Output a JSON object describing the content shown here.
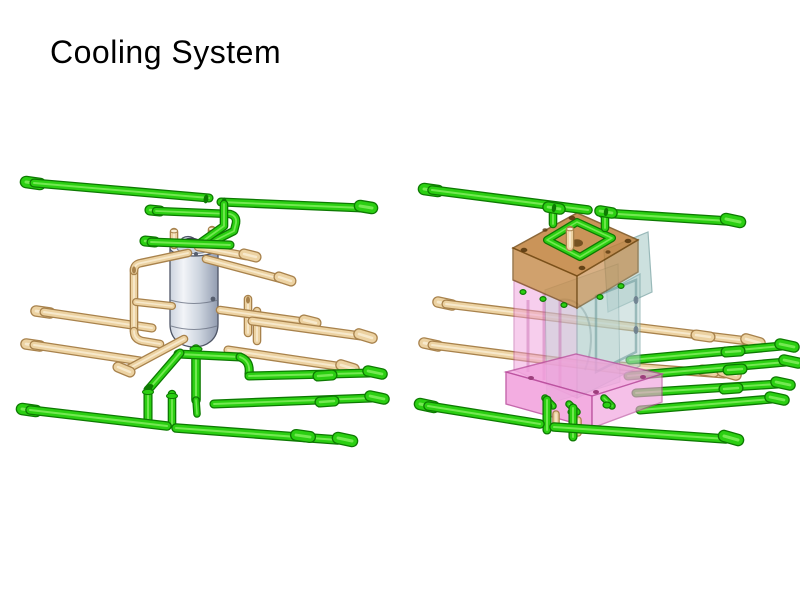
{
  "slide": {
    "title": "Cooling System"
  },
  "figures": {
    "left_view": {
      "name": "cad-view-cooling-lines-with-accumulator-cylinder"
    },
    "right_view": {
      "name": "cad-view-cooling-lines-with-transparent-mold-block"
    }
  },
  "colors": {
    "background": "#ffffff",
    "title_color": "#000000",
    "pipe_green": "#2bcf12",
    "pipe_green_dark": "#0d7a02",
    "pipe_green_hi": "#86ef62",
    "pipe_tan": "#ecd2a2",
    "pipe_tan_dark": "#a8824c",
    "pipe_tan_hi": "#f9edd4",
    "cylinder_light": "#f2f4f8",
    "cylinder_mid": "#ccd3de",
    "cylinder_dark": "#929cb0",
    "cylinder_outline": "#4e5566",
    "block_orange": "#bf7d35",
    "block_orange_dark": "#74480f",
    "block_pink": "#f19fdc",
    "block_pink_dark": "#bb4e9e",
    "block_teal": "#b7d3d1",
    "block_teal_dark": "#6f9c9c"
  }
}
